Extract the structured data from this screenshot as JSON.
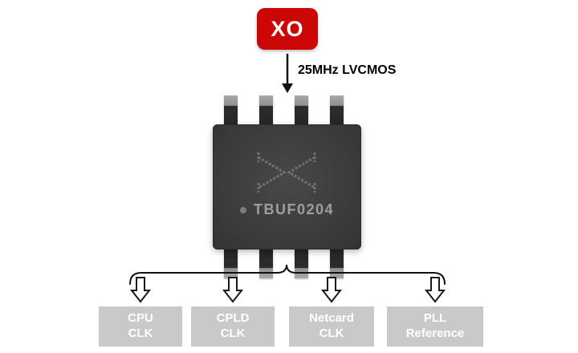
{
  "source": {
    "label": "XO"
  },
  "signal_label": "25MHz LVCMOS",
  "chip": {
    "part_number": "TBUF0204"
  },
  "outputs": [
    {
      "line1": "CPU",
      "line2": "CLK"
    },
    {
      "line1": "CPLD",
      "line2": "CLK"
    },
    {
      "line1": "Netcard",
      "line2": "CLK"
    },
    {
      "line1": "PLL",
      "line2": "Reference"
    }
  ],
  "colors": {
    "source_red": "#cc0606",
    "chip_body": "#3a3a3a",
    "chip_text": "#9e9e9e",
    "output_box_gray": "#c9c9c9",
    "connector_black": "#111111"
  }
}
